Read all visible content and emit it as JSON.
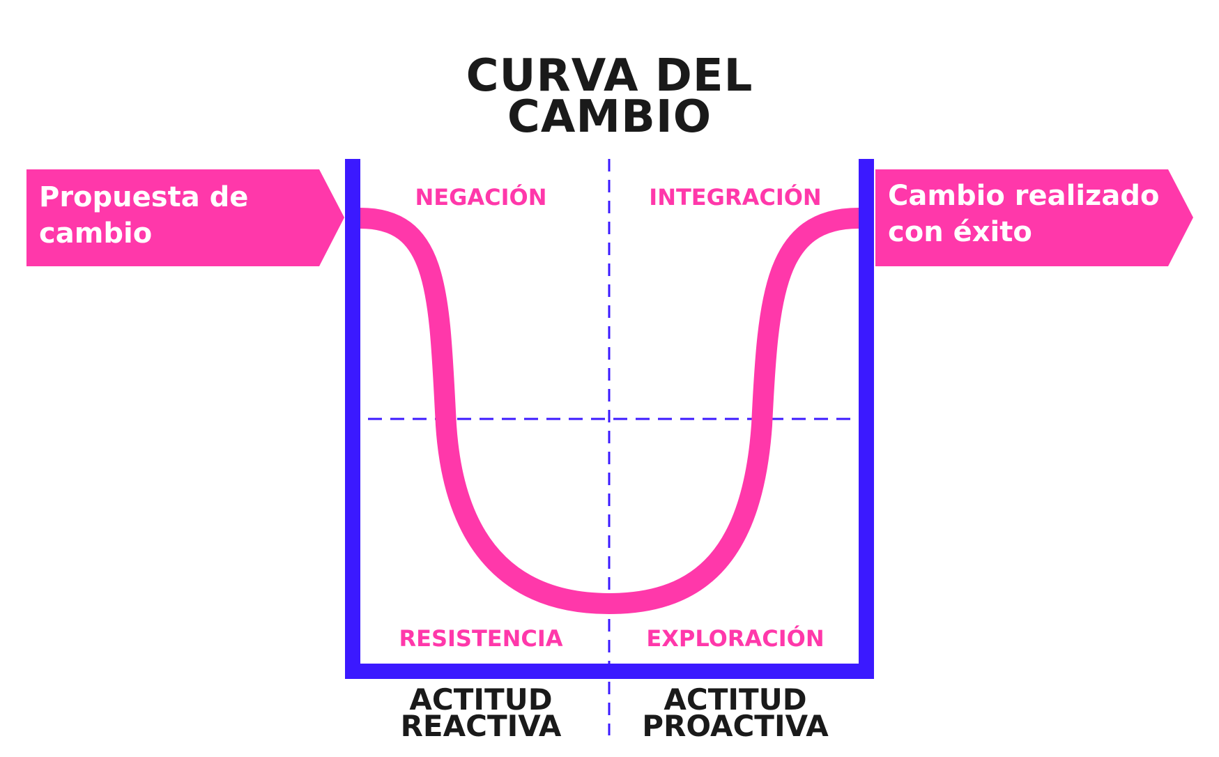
{
  "title": {
    "line1": "CURVA DEL",
    "line2": "CAMBIO"
  },
  "start": {
    "line1": "Propuesta de",
    "line2": "cambio"
  },
  "end": {
    "line1": "Cambio realizado",
    "line2": "con éxito"
  },
  "quadrants": {
    "top_left": "NEGACIÓN",
    "top_right": "INTEGRACIÓN",
    "bottom_left": "RESISTENCIA",
    "bottom_right": "EXPLORACIÓN"
  },
  "attitudes": {
    "left": {
      "line1": "ACTITUD",
      "line2": "REACTIVA"
    },
    "right": {
      "line1": "ACTITUD",
      "line2": "PROACTIVA"
    }
  },
  "colors": {
    "pink": "#ff38aa",
    "blue": "#3b19ff",
    "dark": "#1a1a1a"
  }
}
